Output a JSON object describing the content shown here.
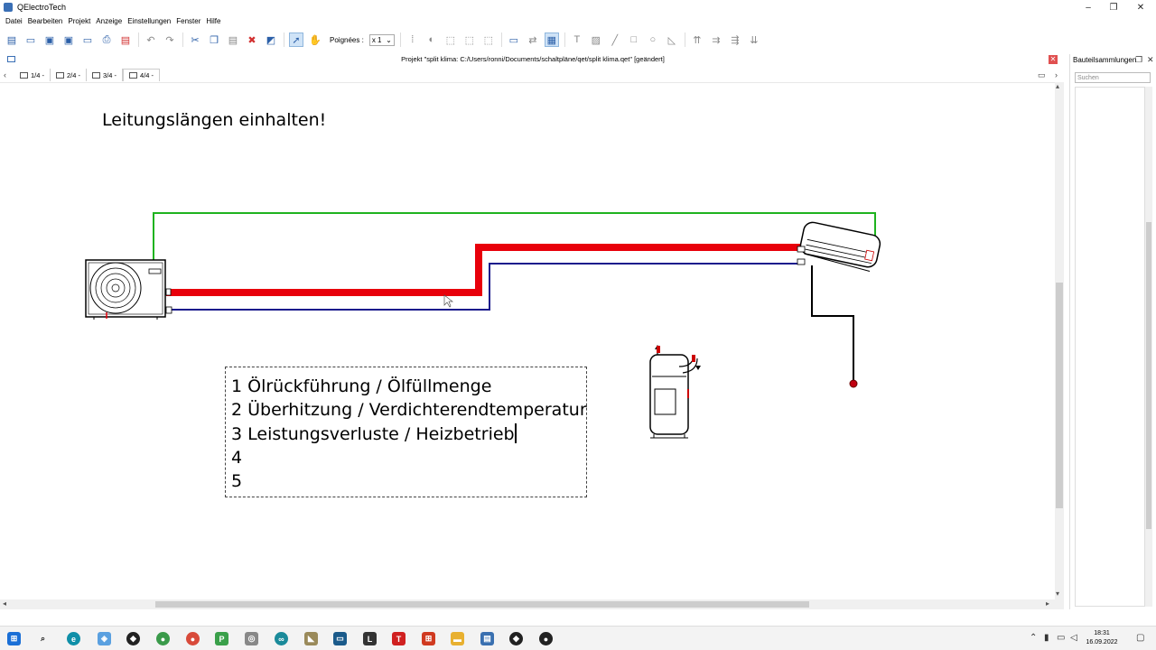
{
  "window": {
    "title": "QElectroTech",
    "minimize": "–",
    "maximize": "❐",
    "close": "✕"
  },
  "menu": [
    "Datei",
    "Bearbeiten",
    "Projekt",
    "Anzeige",
    "Einstellungen",
    "Fenster",
    "Hilfe"
  ],
  "toolbar": {
    "poignees_label": "Poignées :",
    "zoom_value": "x 1",
    "icons": [
      "new-project-icon",
      "open-icon",
      "save-icon",
      "save-as-icon",
      "open-folder-icon",
      "print-icon",
      "export-pdf-icon",
      "undo-icon",
      "redo-icon",
      "cut-icon",
      "copy-icon",
      "paste-icon",
      "delete-icon",
      "rotate-icon",
      "select-pointer-icon",
      "hand-pan-icon",
      "grid-icon",
      "color-icon",
      "zoom-fit-icon",
      "zoom-selection-icon",
      "zoom-reset-icon",
      "conductor-icon",
      "text-icon",
      "image-icon",
      "line-icon",
      "rectangle-icon",
      "ellipse-icon",
      "polygon-icon",
      "align-left-icon",
      "align-center-icon",
      "align-right-icon",
      "distribute-icon"
    ]
  },
  "project": {
    "title": "Projekt \"split klima: C:/Users/ronni/Documents/schaltpläne/qet/split klima.qet\" [geändert]"
  },
  "tabs": [
    {
      "label": "1/4 -"
    },
    {
      "label": "2/4 -"
    },
    {
      "label": "3/4 -"
    },
    {
      "label": "4/4 -"
    }
  ],
  "canvas": {
    "heading": "Leitungslängen einhalten!",
    "textbox_lines": [
      "1 Ölrückführung / Ölfüllmenge",
      "2 Überhitzung / Verdichterendtemperatur",
      "3 Leistungsverluste / Heizbetrieb",
      "4",
      "5"
    ],
    "colors": {
      "green_wire": "#1fb31f",
      "red_pipe": "#e8000b",
      "blue_pipe": "#1a1a8c",
      "black_wire": "#000000"
    }
  },
  "dock": {
    "title": "Bauteilsammlungen",
    "search_placeholder": "Suchen"
  },
  "taskbar": {
    "time": "18:31",
    "date": "16.09.2022"
  }
}
